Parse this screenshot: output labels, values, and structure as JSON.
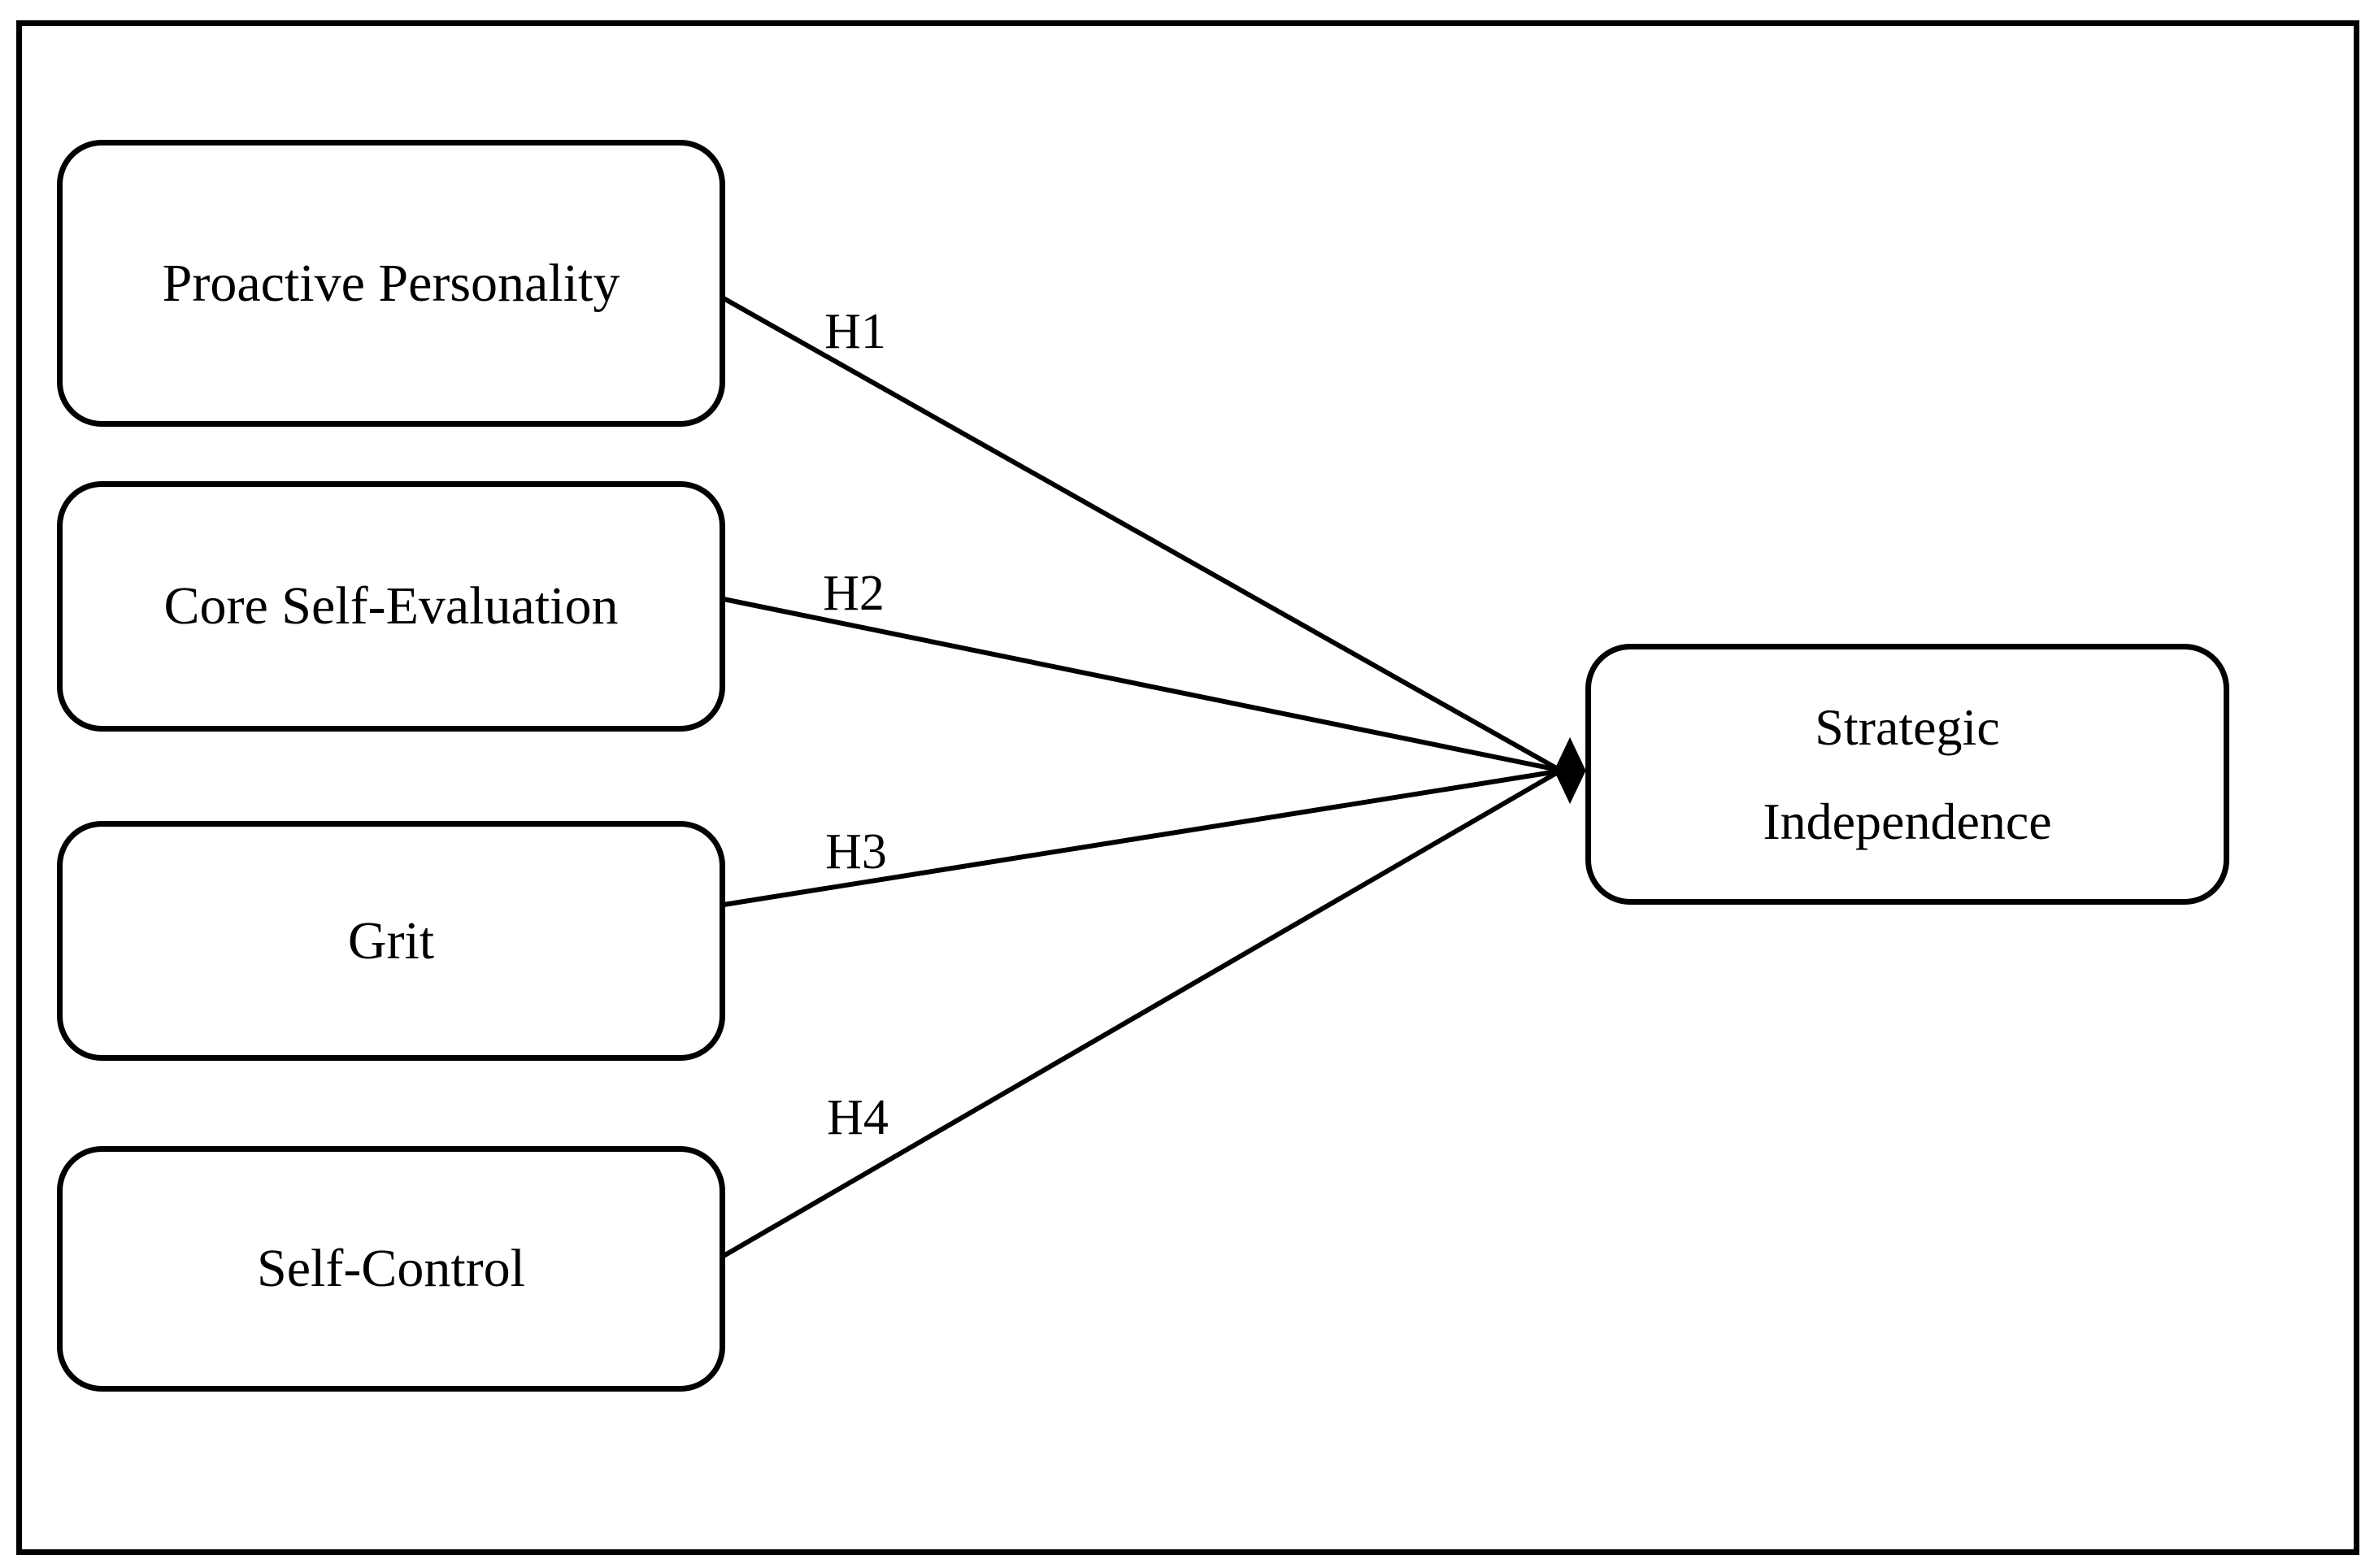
{
  "figure": {
    "kind": "hypothesis-model-diagram",
    "predictors": [
      {
        "label": "Proactive Personality",
        "hypothesis": "H1"
      },
      {
        "label": "Core Self-Evaluation",
        "hypothesis": "H2"
      },
      {
        "label": "Grit",
        "hypothesis": "H3"
      },
      {
        "label": "Self-Control",
        "hypothesis": "H4"
      }
    ],
    "outcome": {
      "line1": "Strategic",
      "line2": "Independence"
    },
    "colors": {
      "line": "#000000",
      "text": "#000000",
      "background": "#ffffff"
    }
  }
}
